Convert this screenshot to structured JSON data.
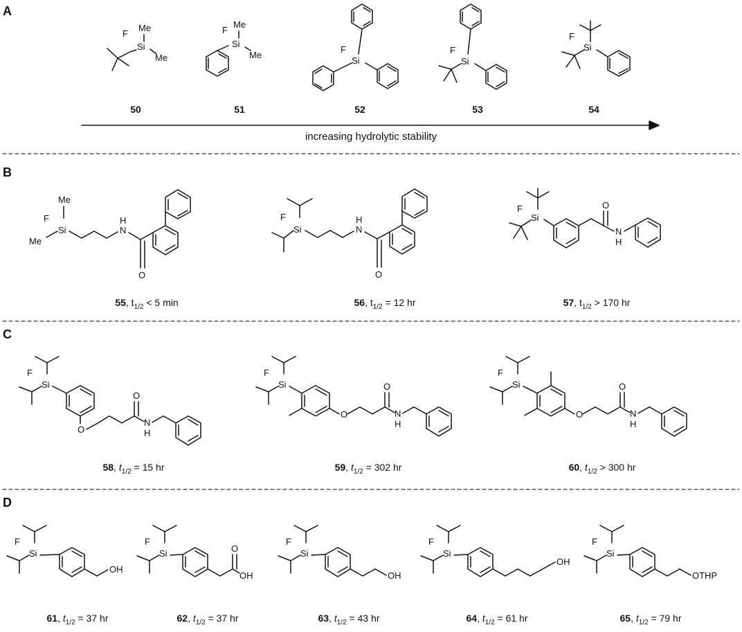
{
  "panels": {
    "A": "A",
    "B": "B",
    "C": "C",
    "D": "D"
  },
  "atoms": {
    "F": "F",
    "Si": "Si",
    "Me": "Me",
    "N": "N",
    "H": "H",
    "O": "O",
    "OH": "OH",
    "OTHP": "OTHP"
  },
  "arrow": {
    "label": "increasing hydrolytic stability"
  },
  "compounds": {
    "c50": {
      "num": "50"
    },
    "c51": {
      "num": "51"
    },
    "c52": {
      "num": "52"
    },
    "c53": {
      "num": "53"
    },
    "c54": {
      "num": "54"
    },
    "c55": {
      "num": "55",
      "t": "t",
      "sub": "1/2",
      "value": " < 5 min"
    },
    "c56": {
      "num": "56",
      "t": "t",
      "sub": "1/2",
      "value": " = 12 hr"
    },
    "c57": {
      "num": "57",
      "t": "t",
      "sub": "1/2",
      "value": " > 170 hr"
    },
    "c58": {
      "num": "58",
      "t": "t",
      "sub": "1/2",
      "value": " = 15 hr"
    },
    "c59": {
      "num": "59",
      "t": "t",
      "sub": "1/2",
      "value": " = 302 hr"
    },
    "c60": {
      "num": "60",
      "t": "t",
      "sub": "1/2",
      "value": " > 300 hr"
    },
    "c61": {
      "num": "61",
      "t": "t",
      "sub": "1/2",
      "value": " = 37 hr"
    },
    "c62": {
      "num": "62",
      "t": "t",
      "sub": "1/2",
      "value": " = 37 hr"
    },
    "c63": {
      "num": "63",
      "t": "t",
      "sub": "1/2",
      "value": " = 43 hr"
    },
    "c64": {
      "num": "64",
      "t": "t",
      "sub": "1/2",
      "value": " = 61 hr"
    },
    "c65": {
      "num": "65",
      "t": "t",
      "sub": "1/2",
      "value": " = 79 hr"
    }
  }
}
